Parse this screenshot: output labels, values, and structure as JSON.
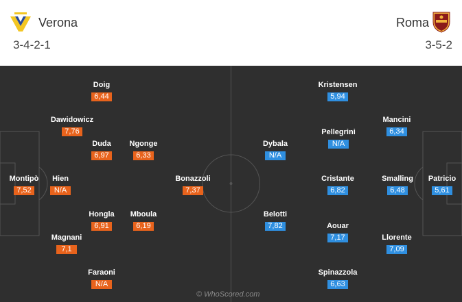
{
  "home": {
    "name": "Verona",
    "formation": "3-4-2-1",
    "color": "#e8631c",
    "players": [
      {
        "name": "Doig",
        "rating": "6,44"
      },
      {
        "name": "Dawidowicz",
        "rating": "7,76"
      },
      {
        "name": "Duda",
        "rating": "6,97"
      },
      {
        "name": "Ngonge",
        "rating": "6,33"
      },
      {
        "name": "Montipò",
        "rating": "7,52"
      },
      {
        "name": "Hien",
        "rating": "N/A"
      },
      {
        "name": "Bonazzoli",
        "rating": "7,37"
      },
      {
        "name": "Hongla",
        "rating": "6,91"
      },
      {
        "name": "Mboula",
        "rating": "6,19"
      },
      {
        "name": "Magnani",
        "rating": "7,1"
      },
      {
        "name": "Faraoni",
        "rating": "N/A"
      }
    ]
  },
  "away": {
    "name": "Roma",
    "formation": "3-5-2",
    "color": "#2f8fe0",
    "players": [
      {
        "name": "Kristensen",
        "rating": "5,94"
      },
      {
        "name": "Mancini",
        "rating": "6,34"
      },
      {
        "name": "Pellegrini",
        "rating": "N/A"
      },
      {
        "name": "Dybala",
        "rating": "N/A"
      },
      {
        "name": "Cristante",
        "rating": "6,82"
      },
      {
        "name": "Smalling",
        "rating": "6,48"
      },
      {
        "name": "Patricio",
        "rating": "5,61"
      },
      {
        "name": "Belotti",
        "rating": "7,82"
      },
      {
        "name": "Aouar",
        "rating": "7,17"
      },
      {
        "name": "Llorente",
        "rating": "7,09"
      },
      {
        "name": "Spinazzola",
        "rating": "6,63"
      }
    ]
  },
  "watermark": "© WhoScored.com"
}
